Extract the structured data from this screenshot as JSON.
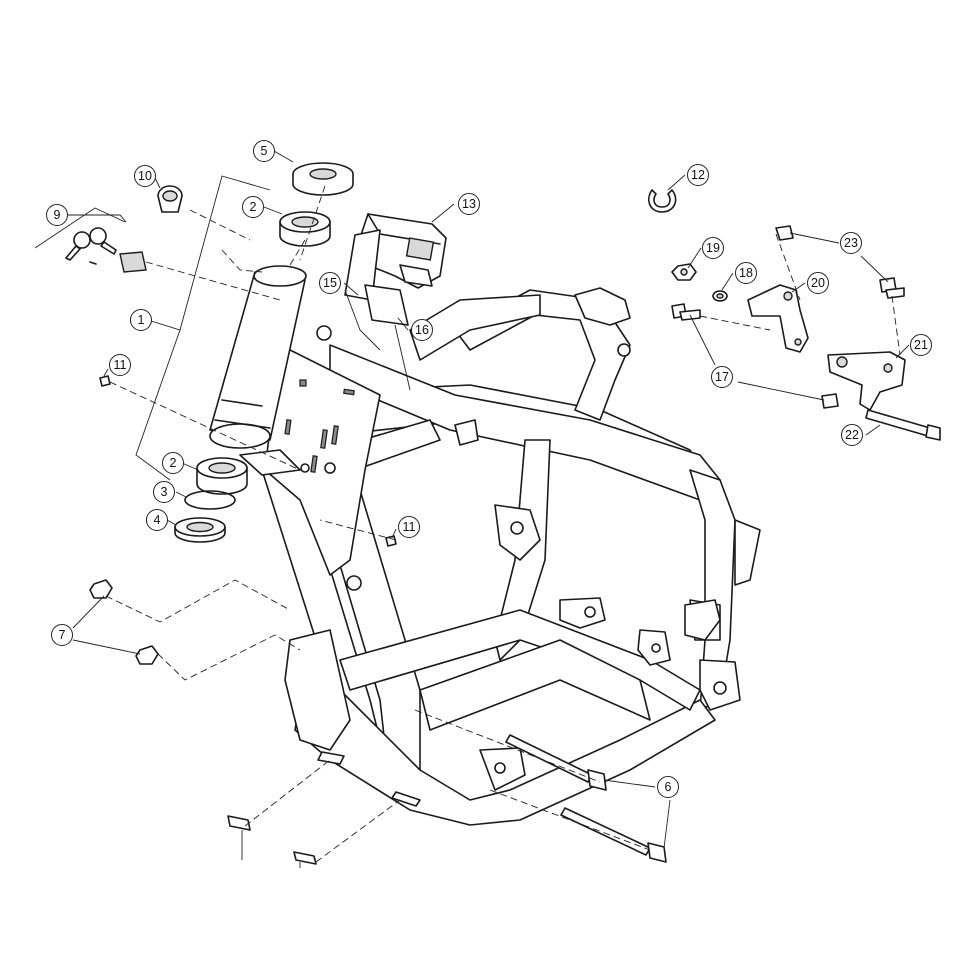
{
  "callouts": [
    {
      "id": "c1",
      "label": "1"
    },
    {
      "id": "c2a",
      "label": "2"
    },
    {
      "id": "c2b",
      "label": "2"
    },
    {
      "id": "c3",
      "label": "3"
    },
    {
      "id": "c4",
      "label": "4"
    },
    {
      "id": "c5",
      "label": "5"
    },
    {
      "id": "c6",
      "label": "6"
    },
    {
      "id": "c7",
      "label": "7"
    },
    {
      "id": "c9",
      "label": "9"
    },
    {
      "id": "c10",
      "label": "10"
    },
    {
      "id": "c11a",
      "label": "11"
    },
    {
      "id": "c11b",
      "label": "11"
    },
    {
      "id": "c12",
      "label": "12"
    },
    {
      "id": "c13",
      "label": "13"
    },
    {
      "id": "c15",
      "label": "15"
    },
    {
      "id": "c16",
      "label": "16"
    },
    {
      "id": "c17",
      "label": "17"
    },
    {
      "id": "c18",
      "label": "18"
    },
    {
      "id": "c19",
      "label": "19"
    },
    {
      "id": "c20",
      "label": "20"
    },
    {
      "id": "c21",
      "label": "21"
    },
    {
      "id": "c22",
      "label": "22"
    },
    {
      "id": "c23",
      "label": "23"
    }
  ]
}
